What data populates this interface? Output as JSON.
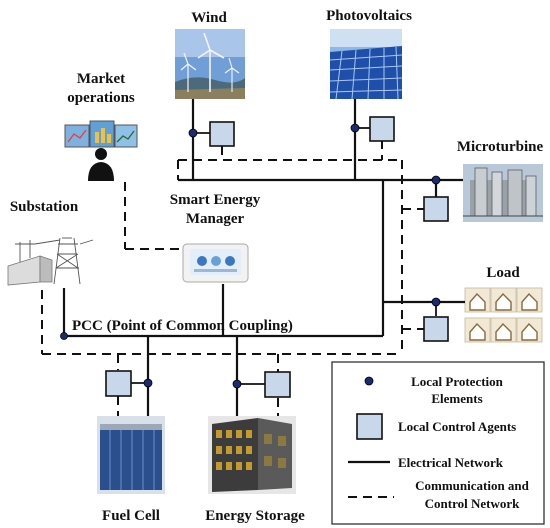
{
  "labels": {
    "wind": "Wind",
    "photovoltaics": "Photovoltaics",
    "market_line1": "Market",
    "market_line2": "operations",
    "microturbine": "Microturbine",
    "substation": "Substation",
    "sem_line1": "Smart Energy",
    "sem_line2": "Manager",
    "load": "Load",
    "pcc": "PCC (Point of Common Coupling)",
    "fuel_cell": "Fuel Cell",
    "energy_storage": "Energy Storage"
  },
  "legend": {
    "protection_line1": "Local Protection",
    "protection_line2": "Elements",
    "control_agents": "Local Control Agents",
    "electrical": "Electrical Network",
    "comm_line1": "Communication and",
    "comm_line2": "Control Network"
  },
  "colors": {
    "agent_fill": "#c9d7ea",
    "protection_dot": "#1c2a6e",
    "sky": "#6f9fd6",
    "solar_panel": "#1f4fa8"
  }
}
